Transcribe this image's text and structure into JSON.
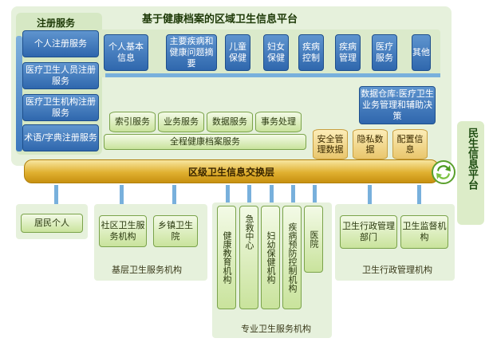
{
  "top_title": "基于健康档案的区域卫生信息平台",
  "registration": {
    "title": "注册服务",
    "items": [
      "个人注册服务",
      "医疗卫生人员注册服务",
      "医疗卫生机构注册服务",
      "术语/字典注册服务"
    ]
  },
  "business_modules": [
    "个人基本信息",
    "主要疾病和健康问题摘要",
    "儿童保健",
    "妇女保健",
    "疾病控制",
    "疾病管理",
    "医疗服务",
    "其他"
  ],
  "warehouse": "数据仓库:医疗卫生业务管理和辅助决策",
  "services": [
    "索引服务",
    "业务服务",
    "数据服务",
    "事务处理"
  ],
  "full_service": "全程健康档案服务",
  "databases": [
    "安全管理数据",
    "隐私数据",
    "配置信息"
  ],
  "exchange_layer": "区级卫生信息交换层",
  "platform_side": "民生信息平台",
  "resident": "居民个人",
  "primary": {
    "items": [
      "社区卫生服务机构",
      "乡镇卫生院"
    ],
    "label": "基层卫生服务机构"
  },
  "specialized": {
    "items": [
      "健康教育机构",
      "急救中心",
      "妇幼保健机构",
      "疾病预防控制机构",
      "医院"
    ],
    "label": "专业卫生服务机构"
  },
  "admin": {
    "items": [
      "卫生行政管理部门",
      "卫生监督机构"
    ],
    "label": "卫生行政管理机构"
  },
  "colors": {
    "accent_blue": "#2f67ad",
    "panel_green": "#e6f1dc",
    "bus_gold": "#e0b030"
  }
}
